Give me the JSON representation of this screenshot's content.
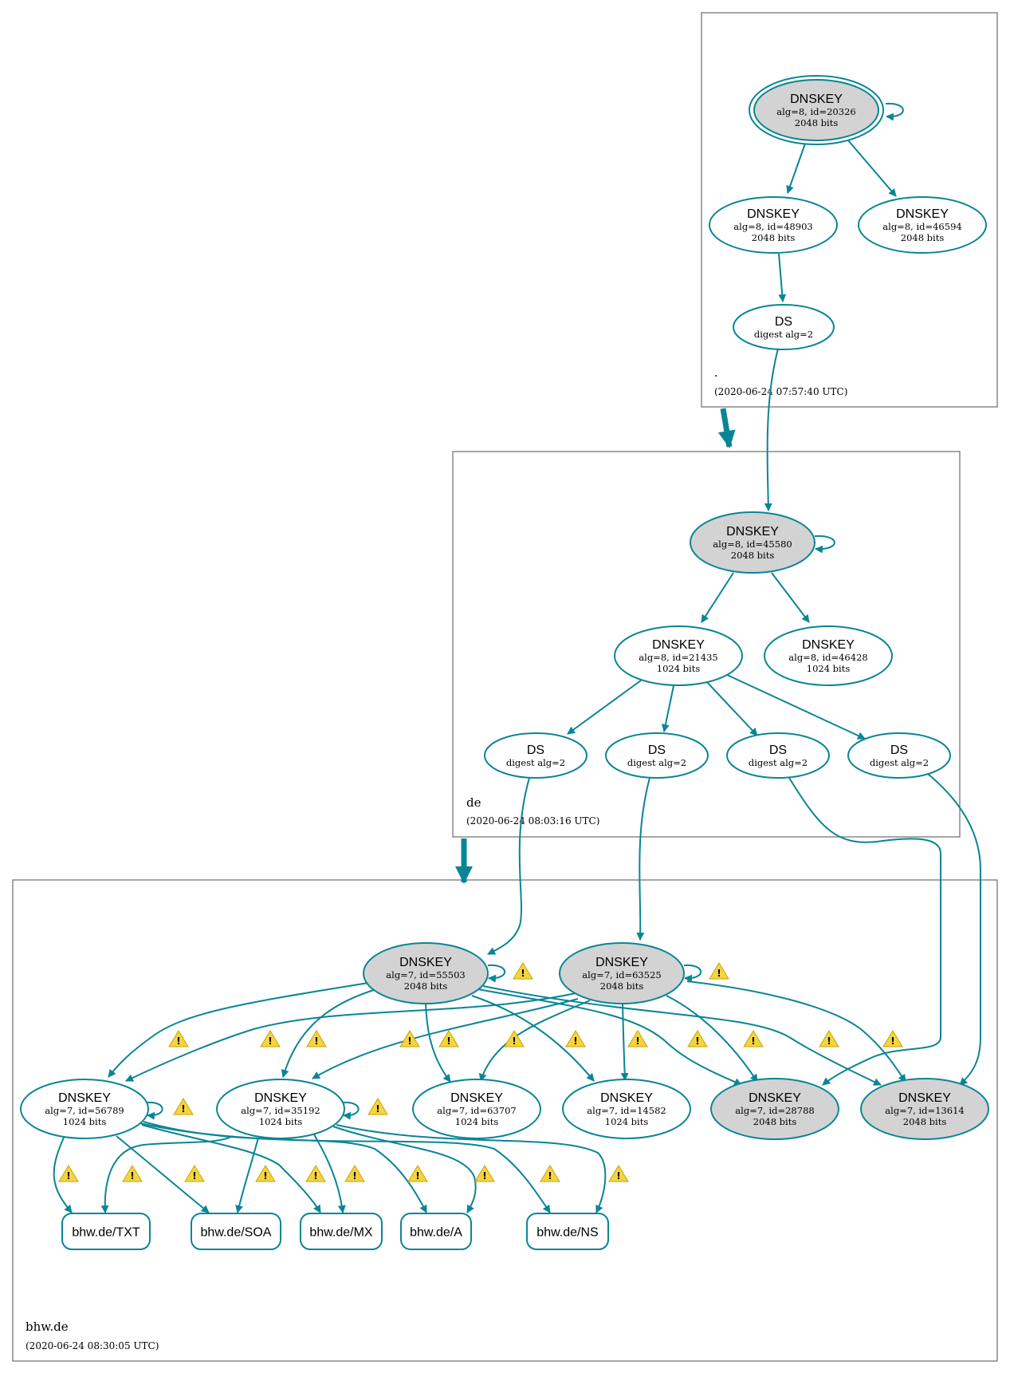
{
  "colors": {
    "edge": "#0a8595",
    "ksk_fill": "#d3d3d3",
    "zsk_fill": "#ffffff",
    "zone_border": "#6b6b6b",
    "warning": "#f5d442"
  },
  "zones": [
    {
      "id": "root",
      "name": ".",
      "timestamp": "(2020-06-24 07:57:40 UTC)"
    },
    {
      "id": "de",
      "name": "de",
      "timestamp": "(2020-06-24 08:03:16 UTC)"
    },
    {
      "id": "bhw",
      "name": "bhw.de",
      "timestamp": "(2020-06-24 08:30:05 UTC)"
    }
  ],
  "nodes": [
    {
      "id": "r_ksk",
      "type": "DNSKEY",
      "title": "DNSKEY",
      "line1": "alg=8, id=20326",
      "line2": "2048 bits",
      "fill": "ksk",
      "double": true,
      "selfloop": true
    },
    {
      "id": "r_z1",
      "type": "DNSKEY",
      "title": "DNSKEY",
      "line1": "alg=8, id=48903",
      "line2": "2048 bits",
      "fill": "zsk"
    },
    {
      "id": "r_z2",
      "type": "DNSKEY",
      "title": "DNSKEY",
      "line1": "alg=8, id=46594",
      "line2": "2048 bits",
      "fill": "zsk"
    },
    {
      "id": "r_ds",
      "type": "DS",
      "title": "DS",
      "line1": "digest alg=2",
      "fill": "zsk"
    },
    {
      "id": "d_ksk",
      "type": "DNSKEY",
      "title": "DNSKEY",
      "line1": "alg=8, id=45580",
      "line2": "2048 bits",
      "fill": "ksk",
      "selfloop": true
    },
    {
      "id": "d_z1",
      "type": "DNSKEY",
      "title": "DNSKEY",
      "line1": "alg=8, id=21435",
      "line2": "1024 bits",
      "fill": "zsk"
    },
    {
      "id": "d_z2",
      "type": "DNSKEY",
      "title": "DNSKEY",
      "line1": "alg=8, id=46428",
      "line2": "1024 bits",
      "fill": "zsk"
    },
    {
      "id": "d_ds1",
      "type": "DS",
      "title": "DS",
      "line1": "digest alg=2",
      "fill": "zsk"
    },
    {
      "id": "d_ds2",
      "type": "DS",
      "title": "DS",
      "line1": "digest alg=2",
      "fill": "zsk"
    },
    {
      "id": "d_ds3",
      "type": "DS",
      "title": "DS",
      "line1": "digest alg=2",
      "fill": "zsk"
    },
    {
      "id": "d_ds4",
      "type": "DS",
      "title": "DS",
      "line1": "digest alg=2",
      "fill": "zsk"
    },
    {
      "id": "b_k1",
      "type": "DNSKEY",
      "title": "DNSKEY",
      "line1": "alg=7, id=55503",
      "line2": "2048 bits",
      "fill": "ksk",
      "selfloop": true
    },
    {
      "id": "b_k2",
      "type": "DNSKEY",
      "title": "DNSKEY",
      "line1": "alg=7, id=63525",
      "line2": "2048 bits",
      "fill": "ksk",
      "selfloop": true
    },
    {
      "id": "b_z1",
      "type": "DNSKEY",
      "title": "DNSKEY",
      "line1": "alg=7, id=56789",
      "line2": "1024 bits",
      "fill": "zsk",
      "selfloop": true
    },
    {
      "id": "b_z2",
      "type": "DNSKEY",
      "title": "DNSKEY",
      "line1": "alg=7, id=35192",
      "line2": "1024 bits",
      "fill": "zsk",
      "selfloop": true
    },
    {
      "id": "b_z3",
      "type": "DNSKEY",
      "title": "DNSKEY",
      "line1": "alg=7, id=63707",
      "line2": "1024 bits",
      "fill": "zsk"
    },
    {
      "id": "b_z4",
      "type": "DNSKEY",
      "title": "DNSKEY",
      "line1": "alg=7, id=14582",
      "line2": "1024 bits",
      "fill": "zsk"
    },
    {
      "id": "b_k3",
      "type": "DNSKEY",
      "title": "DNSKEY",
      "line1": "alg=7, id=28788",
      "line2": "2048 bits",
      "fill": "ksk"
    },
    {
      "id": "b_k4",
      "type": "DNSKEY",
      "title": "DNSKEY",
      "line1": "alg=7, id=13614",
      "line2": "2048 bits",
      "fill": "ksk"
    },
    {
      "id": "rr_txt",
      "type": "RRset",
      "title": "bhw.de/TXT"
    },
    {
      "id": "rr_soa",
      "type": "RRset",
      "title": "bhw.de/SOA"
    },
    {
      "id": "rr_mx",
      "type": "RRset",
      "title": "bhw.de/MX"
    },
    {
      "id": "rr_a",
      "type": "RRset",
      "title": "bhw.de/A"
    },
    {
      "id": "rr_ns",
      "type": "RRset",
      "title": "bhw.de/NS"
    }
  ]
}
